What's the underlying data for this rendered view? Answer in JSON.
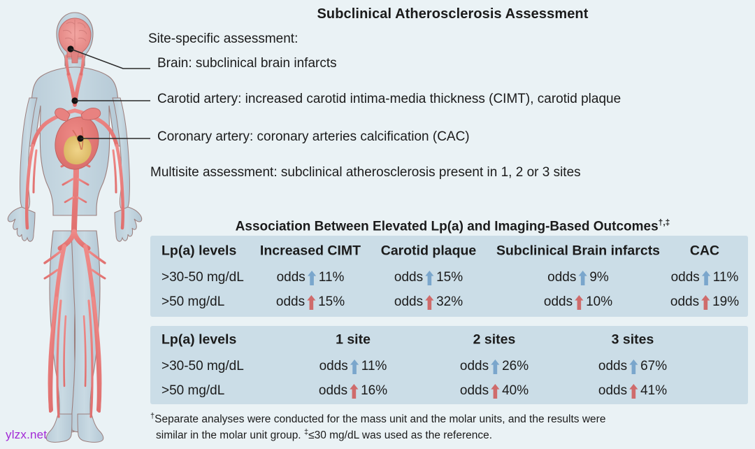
{
  "title": "Subclinical Atherosclerosis Assessment",
  "site_section": {
    "label": "Site-specific assessment:",
    "items": [
      "Brain: subclinical brain infarcts",
      "Carotid artery: increased carotid intima-media thickness (CIMT), carotid plaque",
      "Coronary artery: coronary arteries calcification (CAC)"
    ],
    "multisite": "Multisite assessment: subclinical atherosclerosis present in 1, 2 or 3 sites"
  },
  "table_section": {
    "title": "Association Between Elevated Lp(a) and Imaging-Based Outcomes",
    "title_superscript": "†,‡",
    "table_one": {
      "headers": [
        "Lp(a) levels",
        "Increased CIMT",
        "Carotid plaque",
        "Subclinical Brain infarcts",
        "CAC"
      ],
      "rows": [
        {
          "level": ">30-50 mg/dL",
          "direction": "up",
          "color": "#7aa6cc",
          "values": [
            {
              "prefix": "odds",
              "value": "11%"
            },
            {
              "prefix": "odds",
              "value": "15%"
            },
            {
              "prefix": "odds",
              "value": "9%"
            },
            {
              "prefix": "odds",
              "value": "11%"
            }
          ]
        },
        {
          "level": ">50 mg/dL",
          "direction": "up",
          "color": "#cf6b6b",
          "values": [
            {
              "prefix": "odds",
              "value": "15%"
            },
            {
              "prefix": "odds",
              "value": "32%"
            },
            {
              "prefix": "odds",
              "value": "10%"
            },
            {
              "prefix": "odds",
              "value": "19%"
            }
          ]
        }
      ]
    },
    "table_two": {
      "headers": [
        "Lp(a) levels",
        "1 site",
        "2 sites",
        "3 sites"
      ],
      "rows": [
        {
          "level": ">30-50 mg/dL",
          "direction": "up",
          "color": "#7aa6cc",
          "values": [
            {
              "prefix": "odds",
              "value": "11%"
            },
            {
              "prefix": "odds",
              "value": "26%"
            },
            {
              "prefix": "odds",
              "value": "67%"
            }
          ]
        },
        {
          "level": ">50 mg/dL",
          "direction": "up",
          "color": "#cf6b6b",
          "values": [
            {
              "prefix": "odds",
              "value": "16%"
            },
            {
              "prefix": "odds",
              "value": "40%"
            },
            {
              "prefix": "odds",
              "value": "41%"
            }
          ]
        }
      ]
    }
  },
  "footnote": {
    "line1_marker": "†",
    "line1": "Separate analyses were conducted for the mass unit and the molar units, and the results were",
    "line2a": "similar in the molar unit group.",
    "line2_marker": "‡",
    "line2b": "≤30 mg/dL was used as the reference."
  },
  "watermark": "ylzx.net",
  "colors": {
    "page_background": "#eaf2f5",
    "panel_background": "#cbdde7",
    "arrow_blue": "#7aa6cc",
    "arrow_red": "#cf6b6b",
    "text": "#1b1b1b",
    "watermark": "#a229d6",
    "body_fill": "#c3d4de",
    "artery": "#e8807e"
  },
  "anatomy": {
    "figure_name": "human-arterial-system-illustration",
    "markers": [
      "brain-marker",
      "carotid-marker",
      "coronary-marker"
    ]
  }
}
